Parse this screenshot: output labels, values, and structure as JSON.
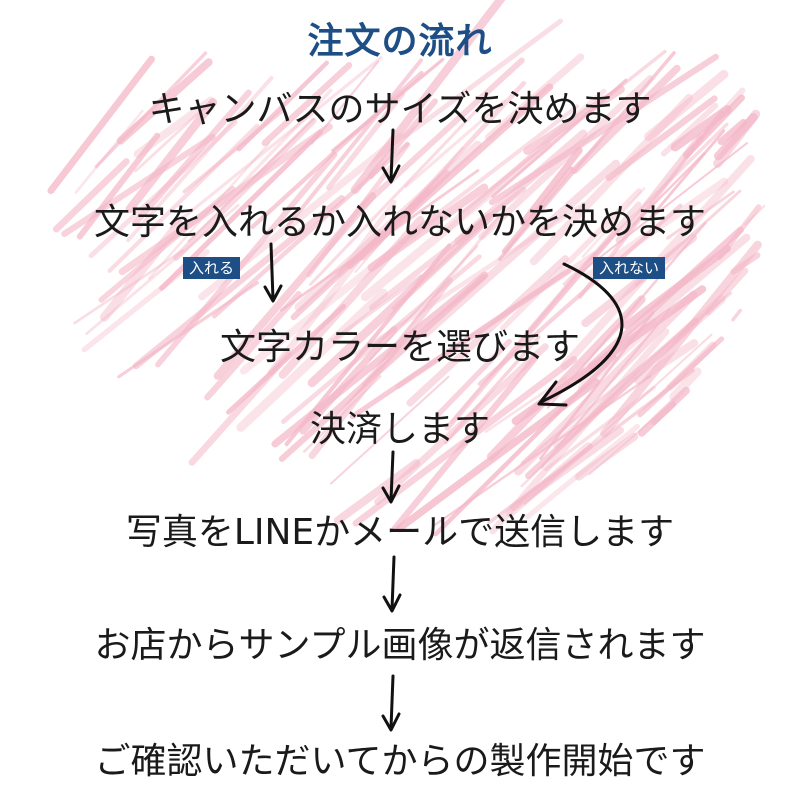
{
  "title": "注文の流れ",
  "steps": [
    "キャンバスのサイズを決めます",
    "文字を入れるか入れないかを決めます",
    "文字カラーを選びます",
    "決済します",
    "写真をLINEかメールで送信します",
    "お店からサンプル画像が返信されます",
    "ご確認いただいてからの製作開始です"
  ],
  "branches": {
    "with_text": "入れる",
    "without_text": "入れない"
  },
  "colors": {
    "title": "#1d4f86",
    "badge_bg": "#1d4f86",
    "scribble": "#f4b8c8",
    "text": "#1a1a1a"
  }
}
